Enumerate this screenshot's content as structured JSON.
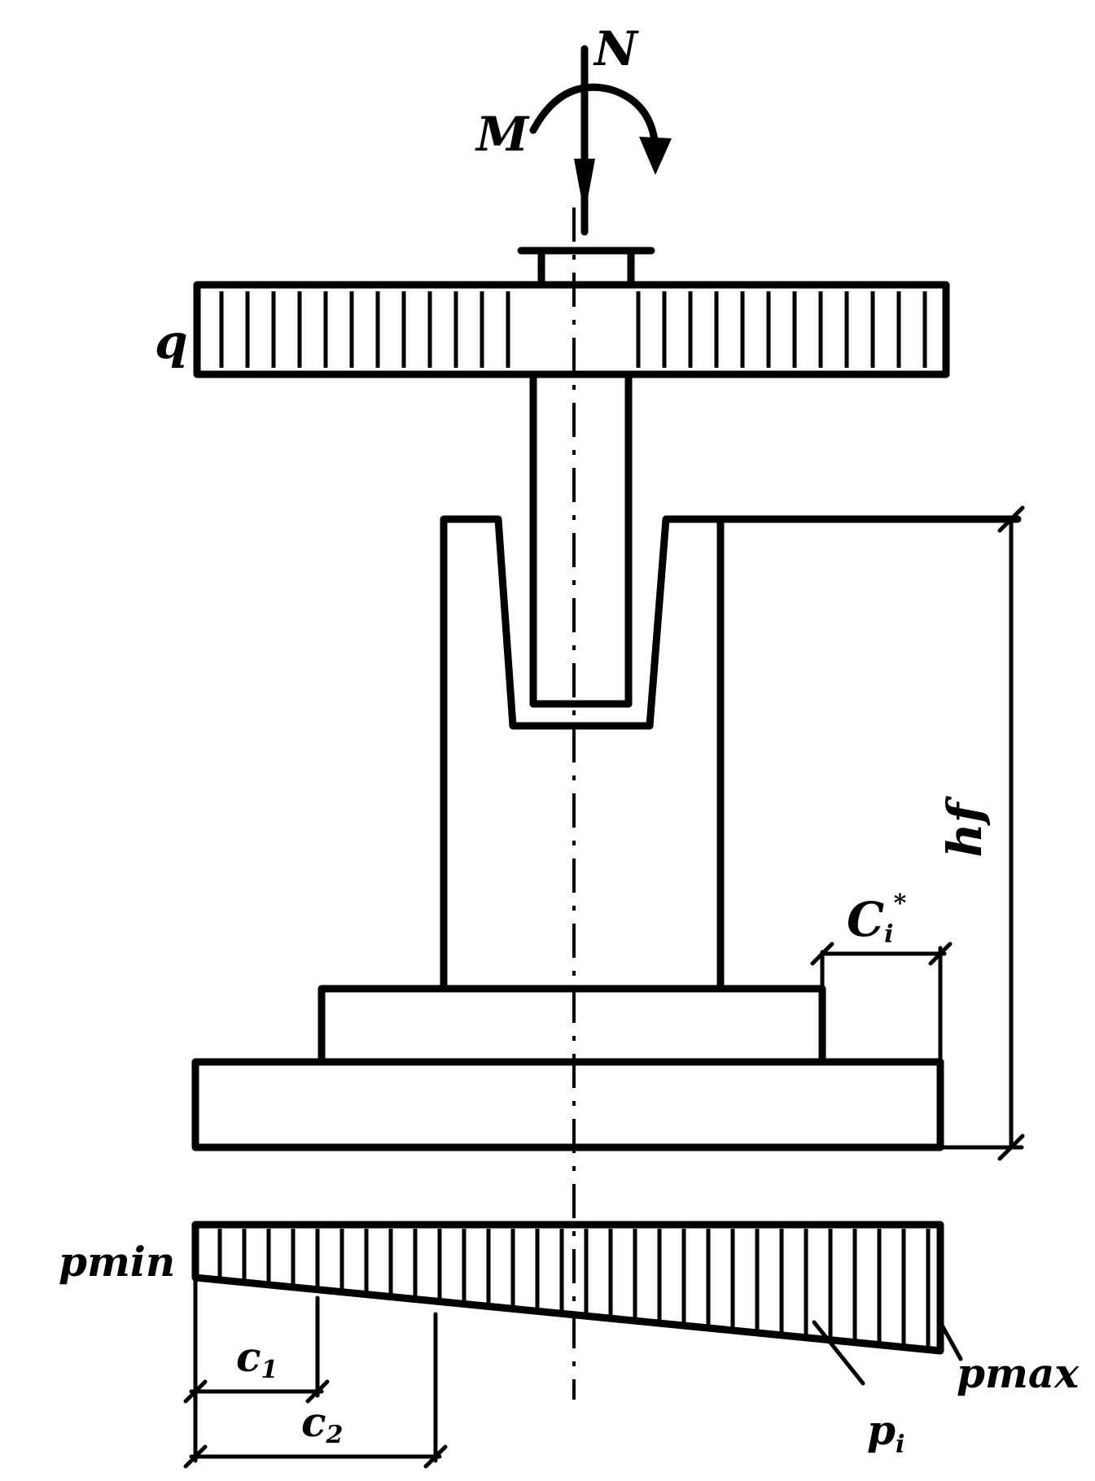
{
  "labels": {
    "N": "N",
    "M": "M",
    "q": "q",
    "hf": "hf",
    "ci_main": "C",
    "ci_sub": "i",
    "ci_sup": "*",
    "c1_main": "c",
    "c1_sub": "1",
    "c2_main": "c",
    "c2_sub": "2",
    "pmin": "pmin",
    "pmax": "pmax",
    "pi_main": "p",
    "pi_sub": "i"
  },
  "colors": {
    "ink": "#000000",
    "paper": "#ffffff"
  }
}
